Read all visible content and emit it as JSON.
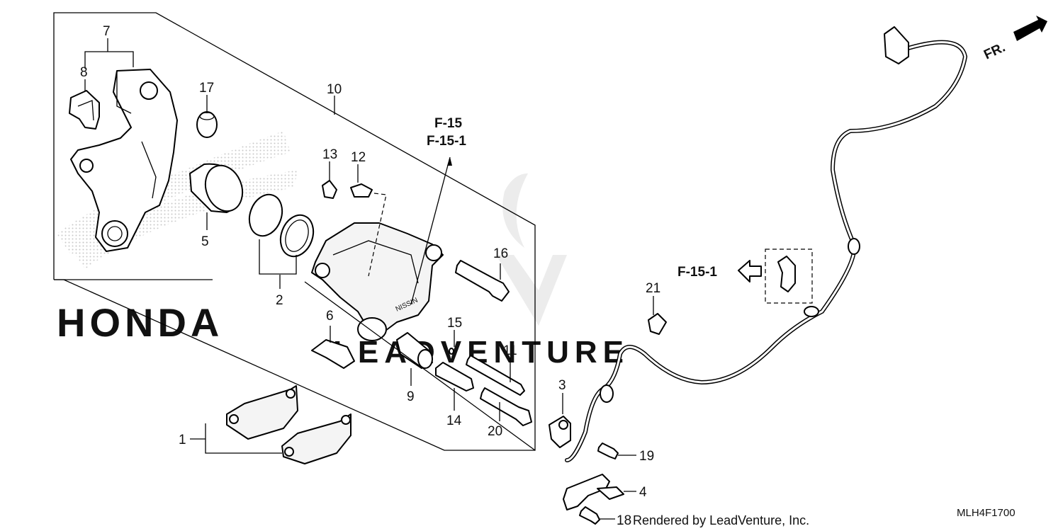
{
  "callouts": {
    "c1": "1",
    "c2": "2",
    "c3": "3",
    "c4": "4",
    "c5": "5",
    "c6": "6",
    "c7": "7",
    "c8": "8",
    "c9": "9",
    "c10": "10",
    "c11": "11",
    "c12": "12",
    "c13": "13",
    "c14": "14",
    "c15": "15",
    "c16": "16",
    "c17": "17",
    "c18": "18",
    "c19": "19",
    "c20": "20",
    "c21": "21"
  },
  "references": {
    "ref_a": "F-15",
    "ref_b": "F-15-1",
    "ref_c": "F-15-1",
    "front": "FR."
  },
  "watermark": {
    "brand": "HONDA",
    "vendor": "LEADVENTURE"
  },
  "footer": {
    "credit": "Rendered by LeadVenture, Inc.",
    "code": "MLH4F1700"
  },
  "colors": {
    "line": "#000000",
    "watermark": "#d9d9d9"
  }
}
